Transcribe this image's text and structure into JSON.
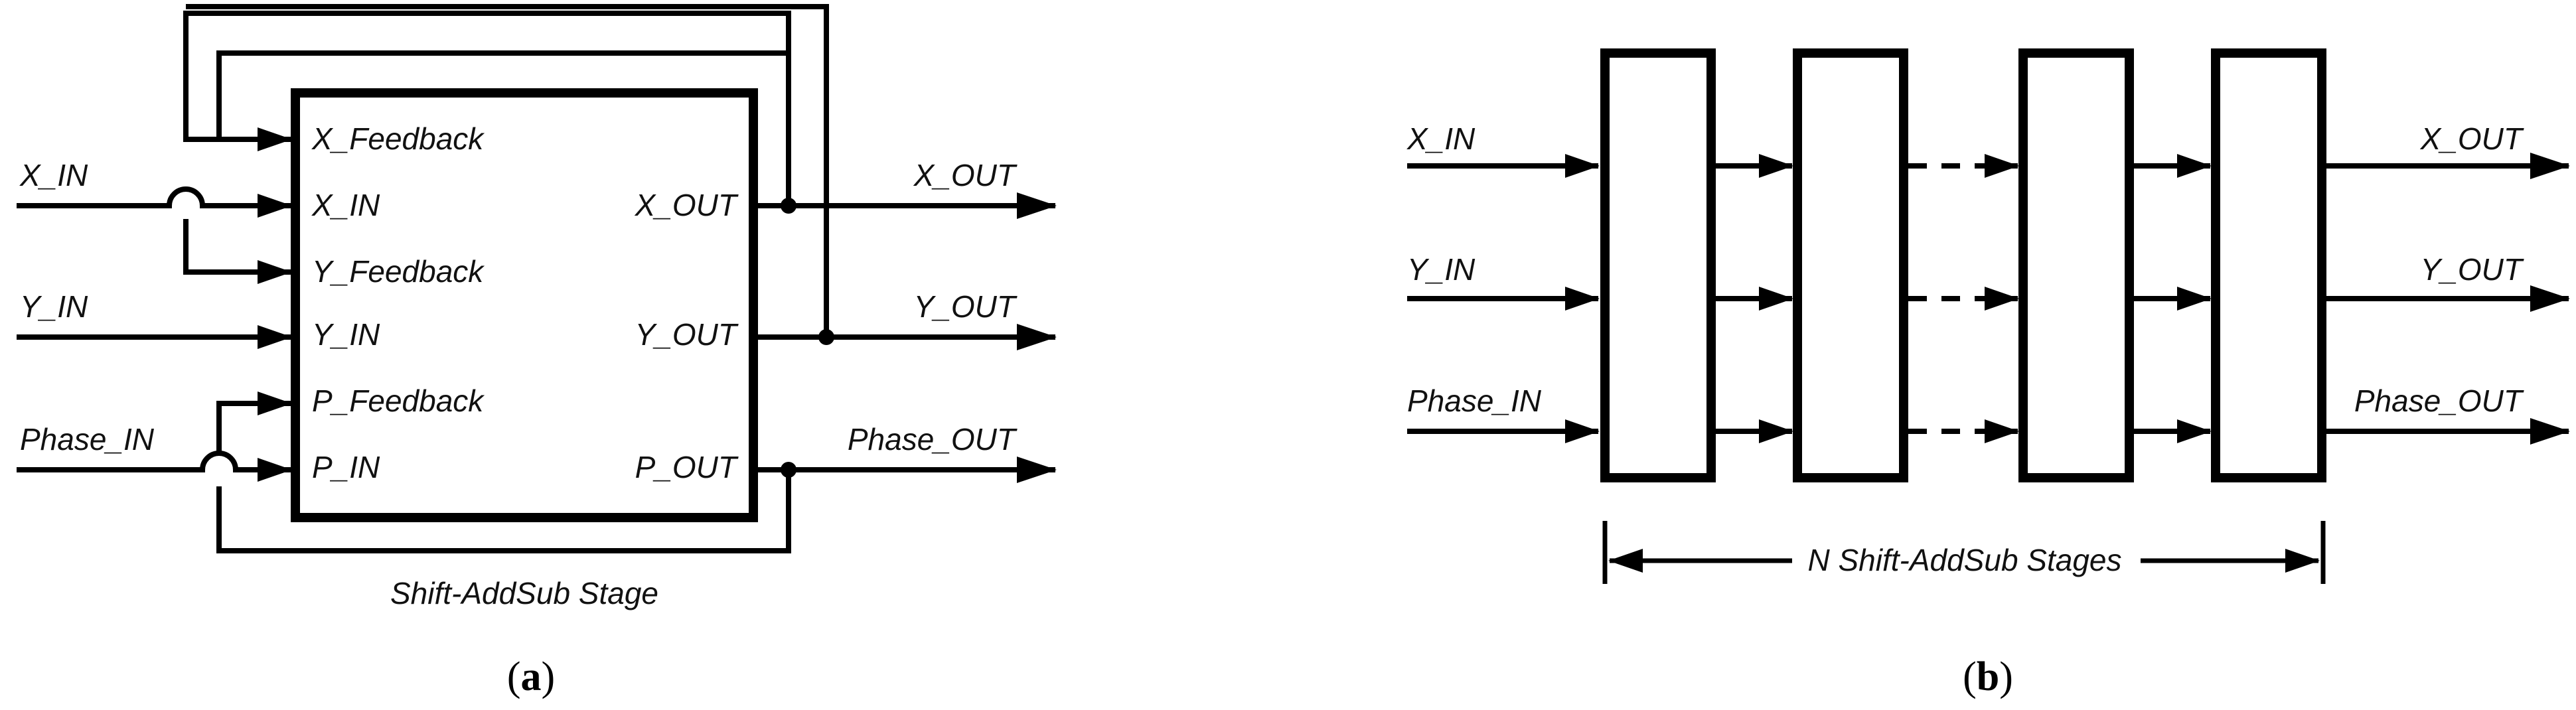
{
  "panel_a": {
    "ports_in": [
      "X_Feedback",
      "X_IN",
      "Y_Feedback",
      "Y_IN",
      "P_Feedback",
      "P_IN"
    ],
    "ports_out": [
      "X_OUT",
      "Y_OUT",
      "P_OUT"
    ],
    "signals_in": [
      "X_IN",
      "Y_IN",
      "Phase_IN"
    ],
    "signals_out": [
      "X_OUT",
      "Y_OUT",
      "Phase_OUT"
    ],
    "caption": "Shift-AddSub Stage",
    "label_prefix": "(",
    "label_letter": "a",
    "label_suffix": ")"
  },
  "panel_b": {
    "signals_in": [
      "X_IN",
      "Y_IN",
      "Phase_IN"
    ],
    "signals_out": [
      "X_OUT",
      "Y_OUT",
      "Phase_OUT"
    ],
    "dimension_label": "N Shift-AddSub Stages",
    "label_prefix": "(",
    "label_letter": "b",
    "label_suffix": ")"
  }
}
